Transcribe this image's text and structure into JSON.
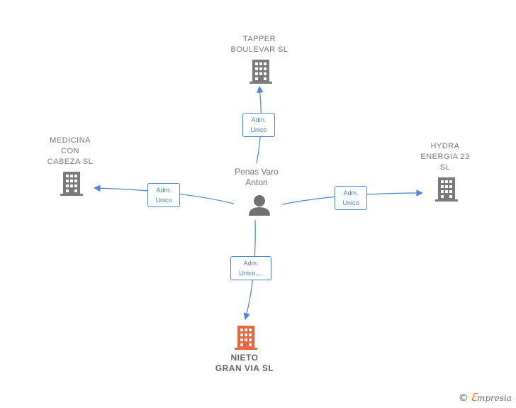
{
  "person": {
    "name_line1": "Penas Varo",
    "name_line2": "Anton"
  },
  "companies": {
    "tapper": {
      "line1": "TAPPER",
      "line2": "BOULEVAR  SL"
    },
    "medicina": {
      "line1": "MEDICINA",
      "line2": "CON",
      "line3": "CABEZA  SL"
    },
    "hydra": {
      "line1": "HYDRA",
      "line2": "ENERGIA 23",
      "line3": "SL"
    },
    "nieto": {
      "line1": "NIETO",
      "line2": "GRAN VIA  SL"
    }
  },
  "edges": {
    "tapper": {
      "line1": "Adm.",
      "line2": "Unico"
    },
    "medicina": {
      "line1": "Adm.",
      "line2": "Unico"
    },
    "hydra": {
      "line1": "Adm.",
      "line2": "Unico"
    },
    "nieto": {
      "line1": "Adm.",
      "line2": "Unico,..."
    }
  },
  "footer": {
    "copyright": "©",
    "brand_initial": "ℇ",
    "brand_rest": "mpresia"
  },
  "colors": {
    "edge": "#4a86d4",
    "building": "#7a7a7a",
    "highlight_building": "#f0643c",
    "person": "#707070"
  },
  "icons": {
    "building": "building-icon",
    "person": "person-icon"
  }
}
